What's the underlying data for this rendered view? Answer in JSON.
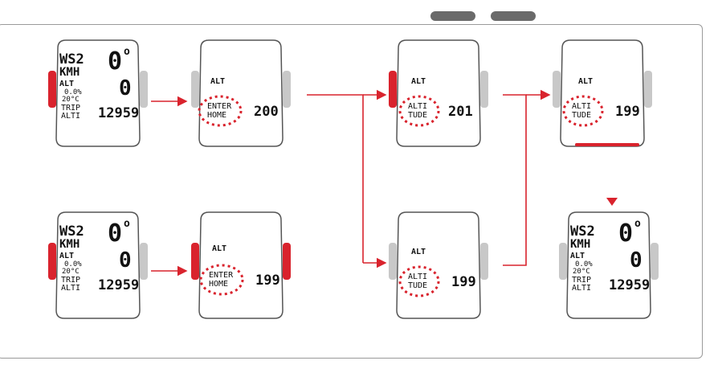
{
  "colors": {
    "accent": "#d9232d",
    "body_outline": "#555555",
    "side_button": "#c8c8c8",
    "frame": "#9a9a9a",
    "pill": "#6a6a6a"
  },
  "devices": {
    "d1": {
      "top_left": "WS2",
      "unit": "KMH",
      "row3": "ALT",
      "percent": "0.0%",
      "temp": "20°C",
      "trip": "TRIP",
      "alti": "ALTI",
      "big_top": "0",
      "deg": "o",
      "big_mid": "0",
      "bottom_num": "12959"
    },
    "d2": {
      "icon": "ALT",
      "line1": "ENTER",
      "line2": "HOME",
      "number": "200"
    },
    "d3": {
      "icon": "ALT",
      "line1": "ALTI",
      "line2": "TUDE",
      "number": "201"
    },
    "d4": {
      "icon": "ALT",
      "line1": "ALTI",
      "line2": "TUDE",
      "number": "199"
    },
    "d5": {
      "top_left": "WS2",
      "unit": "KMH",
      "row3": "ALT",
      "percent": "0.0%",
      "temp": "20°C",
      "trip": "TRIP",
      "alti": "ALTI",
      "big_top": "0",
      "deg": "o",
      "big_mid": "0",
      "bottom_num": "12959"
    },
    "d6": {
      "icon": "ALT",
      "line1": "ENTER",
      "line2": "HOME",
      "number": "199"
    },
    "d7": {
      "icon": "ALT",
      "line1": "ALTI",
      "line2": "TUDE",
      "number": "199"
    },
    "d8": {
      "top_left": "WS2",
      "unit": "KMH",
      "row3": "ALT",
      "percent": "0.0%",
      "temp": "20°C",
      "trip": "TRIP",
      "alti": "ALTI",
      "big_top": "0",
      "deg": "o",
      "big_mid": "0",
      "bottom_num": "12959"
    }
  }
}
